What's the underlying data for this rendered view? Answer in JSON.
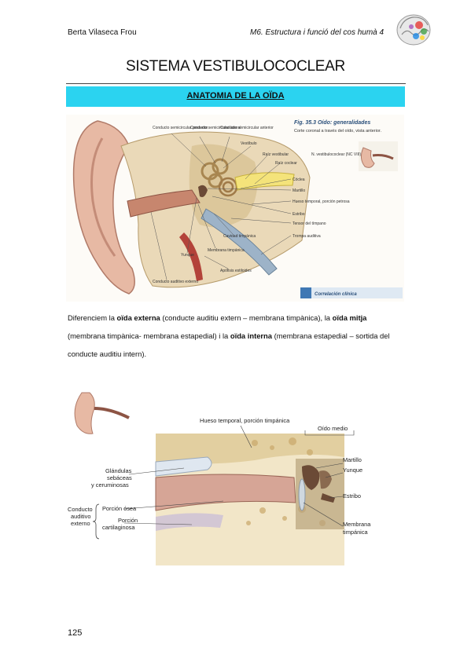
{
  "header": {
    "author": "Berta Vilaseca Frou",
    "course": "M6. Estructura i funció del cos humà 4"
  },
  "page_title": "SISTEMA VESTIBULOCOCLEAR",
  "section_banner": "ANATOMIA DE LA OÏDA",
  "figure1": {
    "title": "Fig. 35.3 Oído: generalidades",
    "subtitle": "Corte coronal a través del oído, vista anterior.",
    "labels": {
      "post_canal": "Conducto semicircular posterior",
      "lat_canal": "Conducto semicircular lateral",
      "ant_canal": "Conducto semicircular anterior",
      "vestibulo": "Vestíbulo",
      "raiz_vest": "Raíz vestibular",
      "raiz_coc": "Raíz coclear",
      "nervio": "N. vestibulococlear (NC VIII)",
      "coclea": "Cóclea",
      "martillo": "Martillo",
      "hueso_temp": "Hueso temporal, porción petrosa",
      "estribo": "Estribo",
      "tensor": "Tensor del tímpano",
      "trompa": "Trompa auditiva",
      "cavidad": "Cavidad timpánica",
      "yunque": "Yunque",
      "membrana": "Membrana timpánica",
      "apofisis": "Apófisis estiloides",
      "conducto_ext": "Conducto auditivo externo",
      "correlacion": "Correlación clínica"
    }
  },
  "paragraph": {
    "p1": "Diferenciem la ",
    "b1": "oïda externa",
    "p2": " (conducte auditiu extern – membrana timpànica), la ",
    "b2": "oïda mitja",
    "p3": " (membrana timpànica- membrana estapedial) i la ",
    "b3": "oïda interna",
    "p4": " (membrana estapedial – sortida del conducte auditiu intern)."
  },
  "figure2": {
    "labels": {
      "hueso_temp": "Hueso temporal, porción timpánica",
      "oido_medio": "Oído medio",
      "glandulas_1": "Glándulas",
      "glandulas_2": "sebáceas",
      "glandulas_3": "y ceruminosas",
      "conducto_1": "Conducto",
      "conducto_2": "auditivo",
      "conducto_3": "externo",
      "porcion_osea": "Porción ósea",
      "porcion_cart_1": "Porción",
      "porcion_cart_2": "cartilaginosa",
      "martillo": "Martillo",
      "yunque": "Yunque",
      "estribo": "Estribo",
      "membrana_1": "Membrana",
      "membrana_2": "timpánica"
    }
  },
  "page_number": "125"
}
